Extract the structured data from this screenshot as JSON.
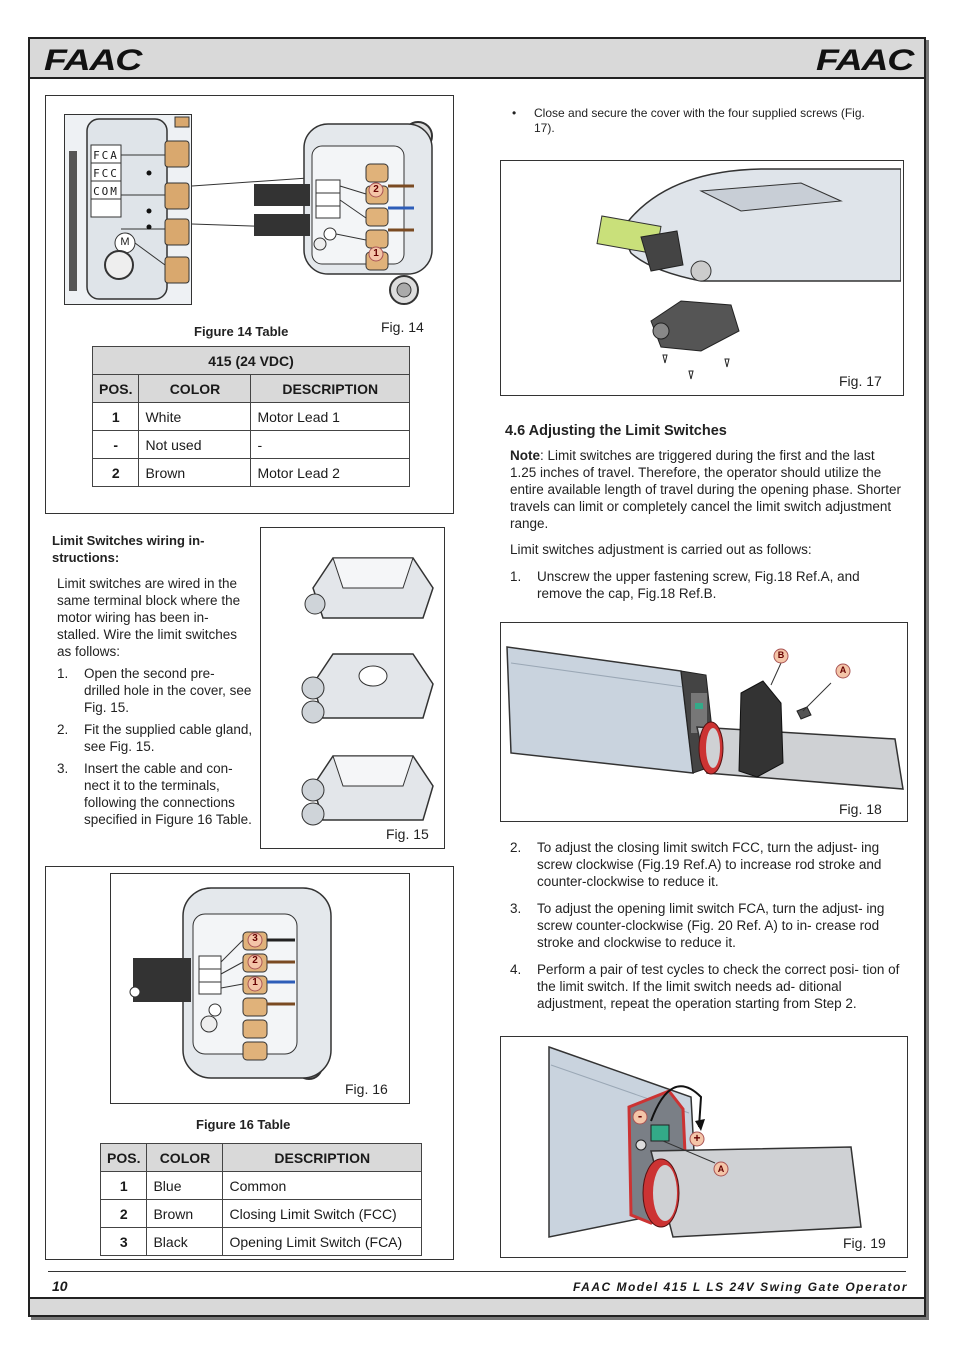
{
  "header": {
    "logo_left": "FAAC",
    "logo_right": "FAAC"
  },
  "footer": {
    "page_number": "10",
    "title": "FAAC Model 415 L LS 24V Swing Gate Operator"
  },
  "fig14": {
    "label": "Fig. 14",
    "terminal_labels": [
      "FCA",
      "FCC",
      "COM",
      "M"
    ],
    "marker_1": "1",
    "marker_2": "2",
    "table_caption": "Figure 14 Table",
    "table_title": "415 (24 VDC)",
    "headers": [
      "POS.",
      "COLOR",
      "DESCRIPTION"
    ],
    "rows": [
      {
        "pos": "1",
        "color": "White",
        "desc": "Motor Lead 1"
      },
      {
        "pos": "-",
        "color": "Not used",
        "desc": "-"
      },
      {
        "pos": "2",
        "color": "Brown",
        "desc": "Motor Lead 2"
      }
    ]
  },
  "limit_wiring": {
    "heading": "Limit Switches wiring in- structions:",
    "intro": "Limit switches are wired in the same terminal block where the motor wiring has been in- stalled. Wire the limit switches as follows:",
    "steps": [
      {
        "num": "1.",
        "text": "Open the second pre- drilled hole in the cover, see Fig. 15."
      },
      {
        "num": "2.",
        "text": "Fit the supplied cable gland, see Fig. 15."
      },
      {
        "num": "3.",
        "text": "Insert the cable and con- nect it to the terminals, following the connections specified in Figure 16 Table."
      }
    ]
  },
  "fig15": {
    "label": "Fig. 15"
  },
  "fig16": {
    "label": "Fig. 16",
    "markers": [
      "3",
      "2",
      "1"
    ],
    "table_caption": "Figure 16 Table",
    "headers": [
      "POS.",
      "COLOR",
      "DESCRIPTION"
    ],
    "rows": [
      {
        "pos": "1",
        "color": "Blue",
        "desc": "Common"
      },
      {
        "pos": "2",
        "color": "Brown",
        "desc": "Closing Limit Switch (FCC)"
      },
      {
        "pos": "3",
        "color": "Black",
        "desc": "Opening Limit Switch (FCA)"
      }
    ]
  },
  "cover_bullet": "Close and secure the cover with the four supplied screws (Fig. 17).",
  "fig17": {
    "label": "Fig. 17"
  },
  "section": {
    "heading": "4.6 Adjusting the Limit Switches",
    "note_label": "Note",
    "note_text": ": Limit switches are triggered during the first and the last 1.25 inches of travel. Therefore, the operator should utilize the entire available length of travel during the opening phase. Shorter travels can limit or completely cancel the limit switch adjustment range.",
    "intro": "Limit switches adjustment is carried out as follows:",
    "step1": {
      "num": "1.",
      "text": "Unscrew the upper fastening screw, Fig.18 Ref.A, and remove the cap, Fig.18 Ref.B."
    },
    "steps": [
      {
        "num": "2.",
        "text": "To adjust the closing limit switch FCC, turn the adjust- ing screw clockwise (Fig.19 Ref.A) to increase rod stroke and counter-clockwise to reduce it."
      },
      {
        "num": "3.",
        "text": "To adjust the opening limit switch FCA, turn the adjust- ing screw counter-clockwise (Fig. 20 Ref. A) to in- crease rod stroke and clockwise to reduce it."
      },
      {
        "num": "4.",
        "text": "Perform a pair of test cycles to check the correct posi- tion of the limit switch. If the limit switch needs ad- ditional adjustment, repeat the operation starting from Step 2."
      }
    ]
  },
  "fig18": {
    "label": "Fig. 18",
    "ref_a": "A",
    "ref_b": "B"
  },
  "fig19": {
    "label": "Fig. 19",
    "ref_a": "A",
    "minus": "-",
    "plus": "+"
  }
}
